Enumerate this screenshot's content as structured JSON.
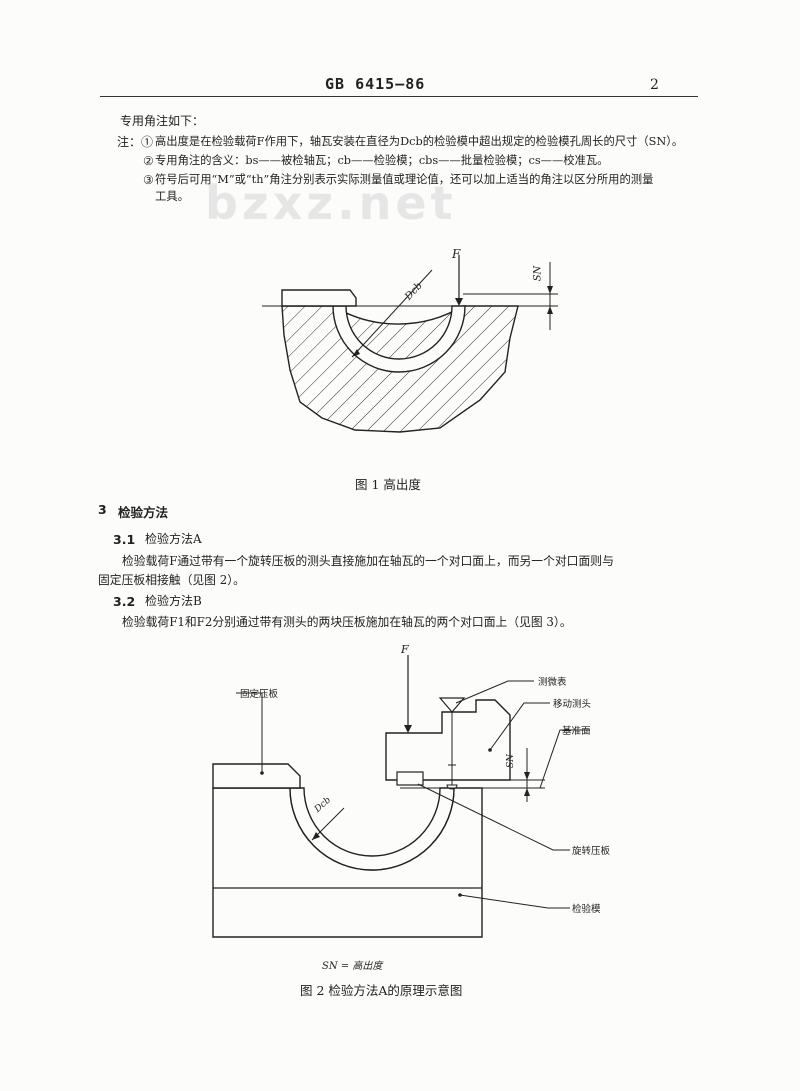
{
  "header": {
    "code": "GB 6415—86",
    "page": "2"
  },
  "watermark": "bzxz.net",
  "intro": "专用角注如下：",
  "notes": [
    {
      "marker": "注：①",
      "text": "高出度是在检验载荷F作用下，轴瓦安装在直径为Dcb的检验模中超出规定的检验模孔周长的尺寸（SN）。"
    },
    {
      "marker": "②",
      "text": "专用角注的含义：bs——被检轴瓦；cb——检验模；cbs——批量检验模；cs——校准瓦。"
    },
    {
      "marker": "③",
      "text": "符号后可用“M”或“th”角注分别表示实际测量值或理论值，还可以加上适当的角注以区分所用的测量"
    },
    {
      "marker": "",
      "text": "工具。"
    }
  ],
  "figure1": {
    "caption": "图 1  高出度",
    "labels": {
      "force": "F",
      "diameter": "Dcb",
      "height": "SN"
    }
  },
  "section3": {
    "number": "3",
    "title": "检验方法"
  },
  "s31": {
    "number": "3.1",
    "title": "检验方法A",
    "line1": "检验载荷F通过带有一个旋转压板的测头直接施加在轴瓦的一个对口面上，而另一个对口面则与",
    "line2": "固定压板相接触（见图 2）。"
  },
  "s32": {
    "number": "3.2",
    "title": "检验方法B",
    "line1": "检验载荷F1和F2分别通过带有测头的两块压板施加在轴瓦的两个对口面上（见图 3）。"
  },
  "figure2": {
    "caption": "图 2  检验方法A的原理示意图",
    "labels": {
      "fixed_plate": "固定压板",
      "dial_gauge": "测微表",
      "moving_head": "移动测头",
      "datum_plane": "基准面",
      "rotating_plate": "旋转压板",
      "test_block": "检验模",
      "force": "F",
      "diameter": "Dcb",
      "height": "SN",
      "footnote": "SN = 高出度"
    }
  }
}
